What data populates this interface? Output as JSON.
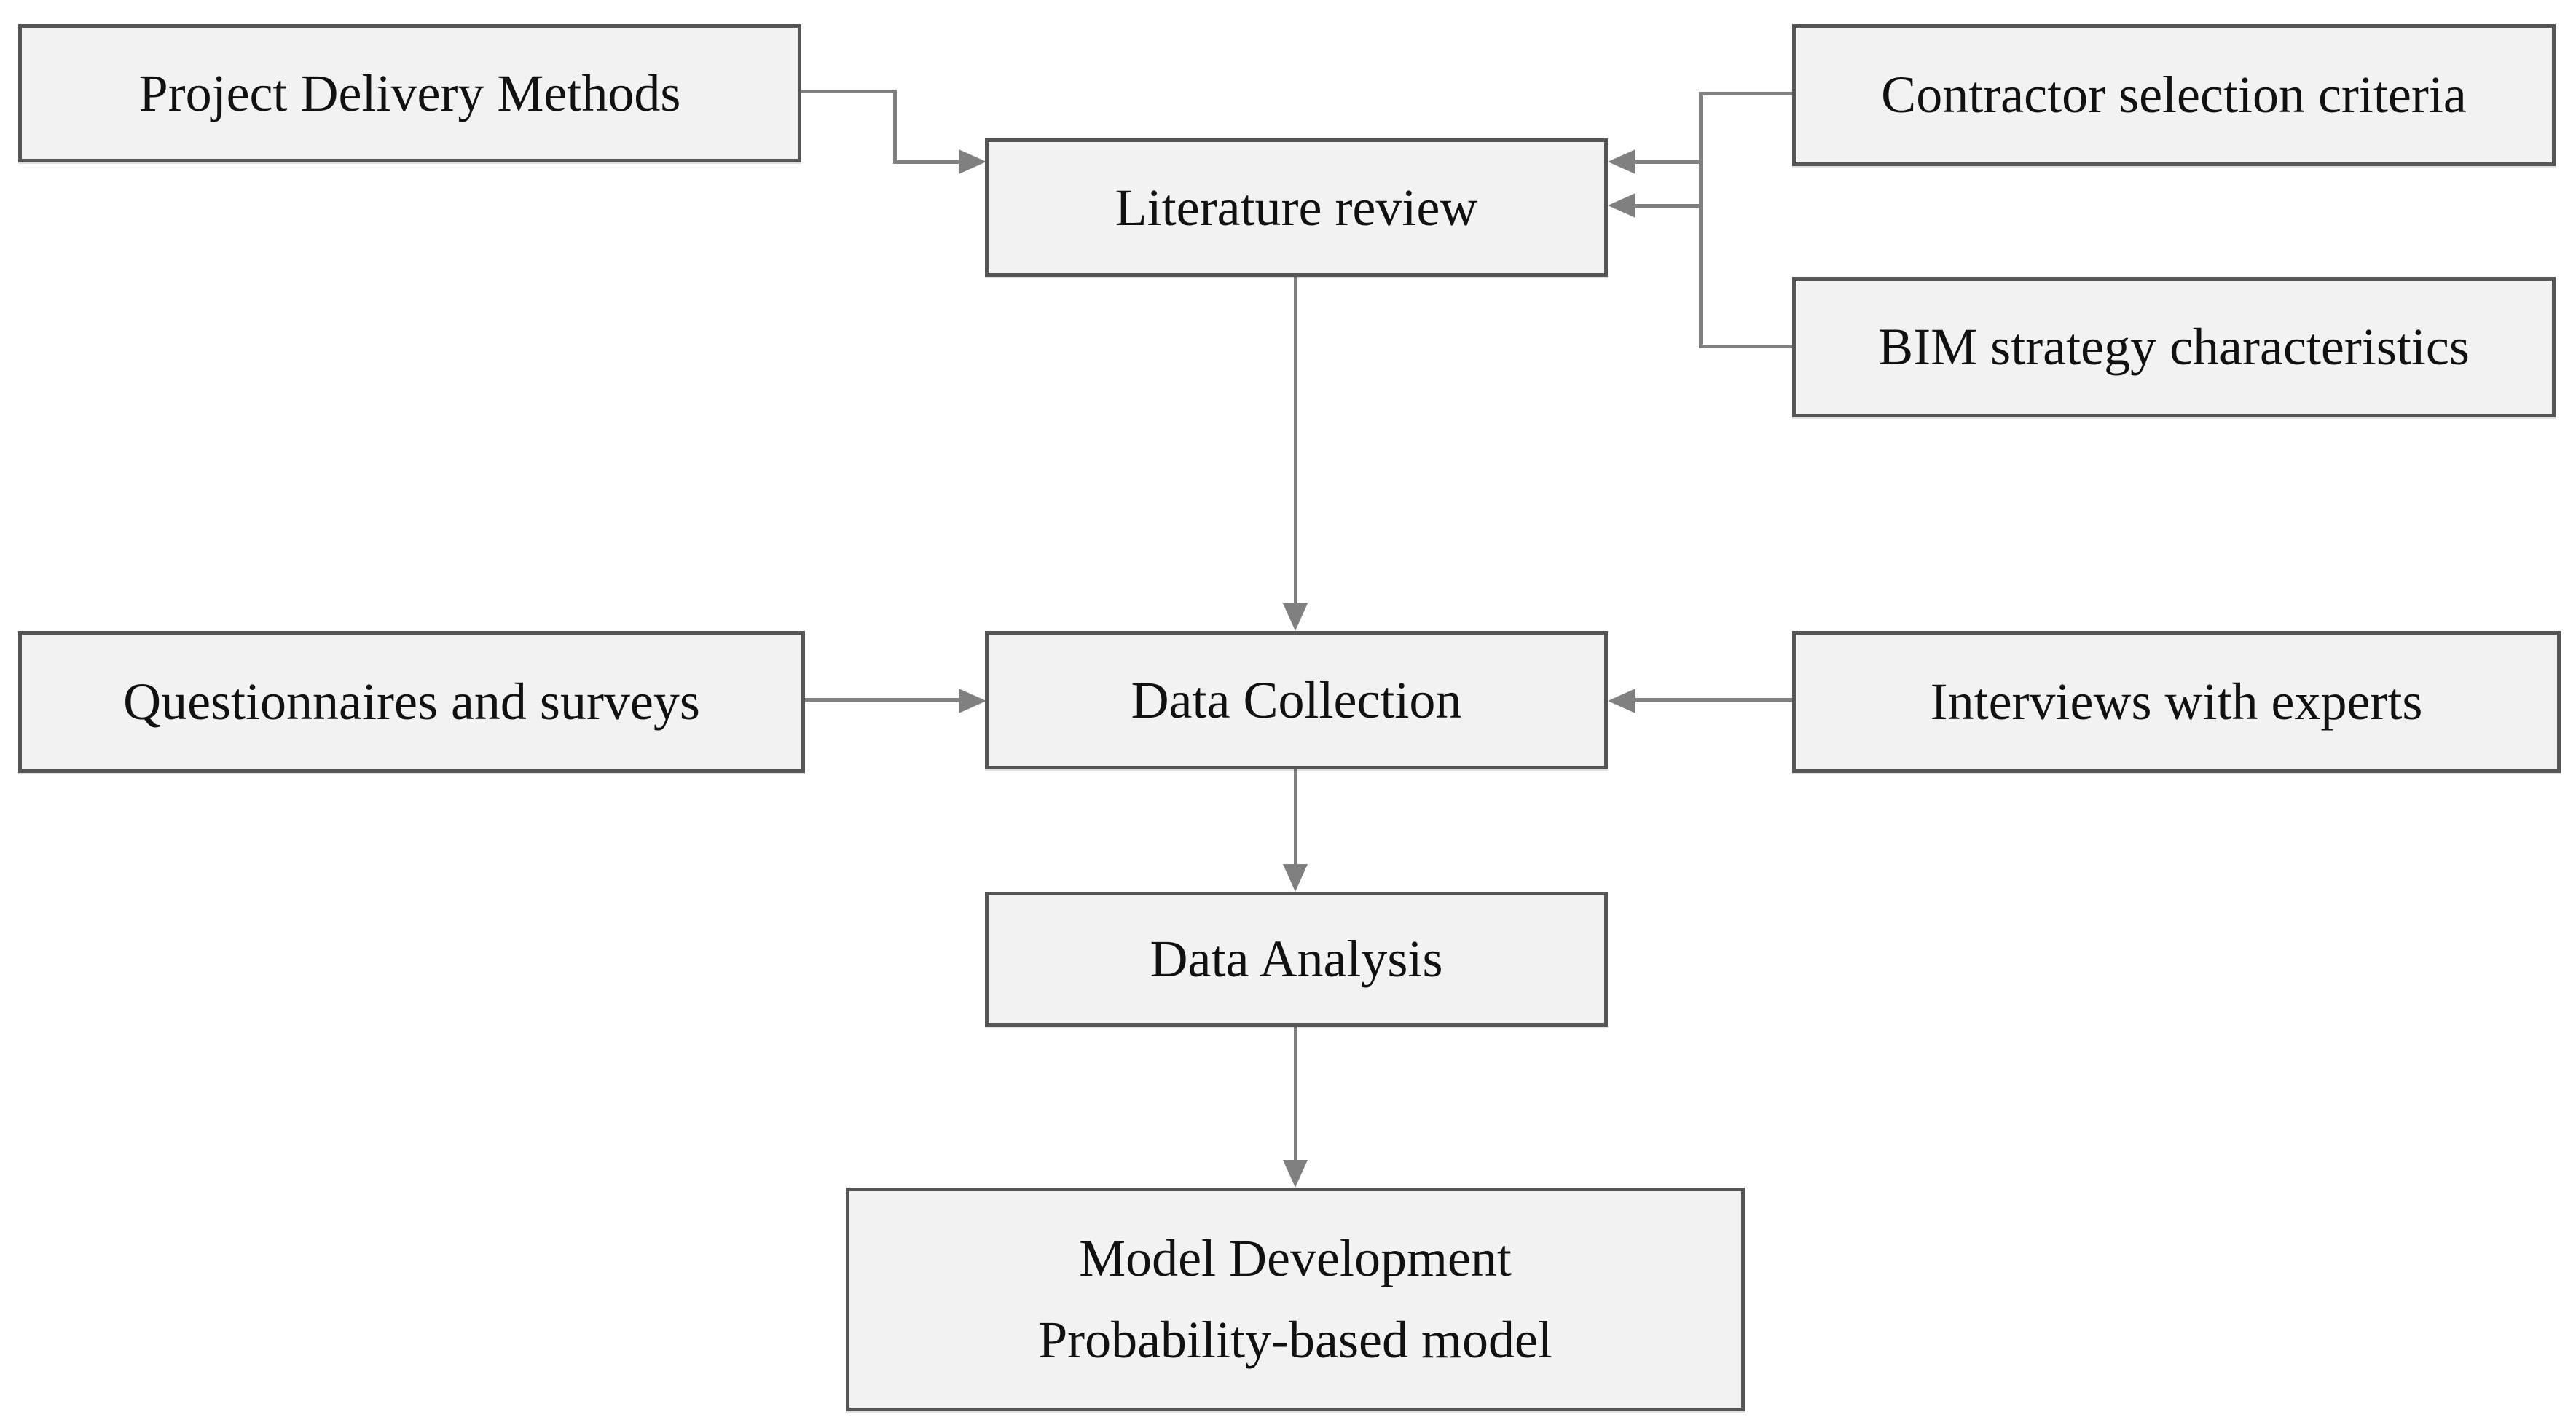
{
  "diagram": {
    "type": "flowchart",
    "description": "Research methodology flow diagram",
    "colors": {
      "background": "#ffffff",
      "box_fill": "#f2f2f2",
      "box_border": "#555555",
      "connector": "#808080",
      "text": "#111111"
    },
    "nodes": {
      "project_delivery_methods": {
        "label": "Project Delivery Methods"
      },
      "literature_review": {
        "label": "Literature review"
      },
      "contractor_selection_criteria": {
        "label": "Contractor selection criteria"
      },
      "bim_strategy_characteristics": {
        "label": "BIM strategy characteristics"
      },
      "questionnaires_and_surveys": {
        "label": "Questionnaires and surveys"
      },
      "data_collection": {
        "label": "Data Collection"
      },
      "interviews_with_experts": {
        "label": "Interviews with experts"
      },
      "data_analysis": {
        "label": "Data Analysis"
      },
      "model_development": {
        "label_line1": "Model Development",
        "label_line2": "Probability-based model"
      }
    },
    "connections": [
      {
        "from": "project_delivery_methods",
        "to": "literature_review",
        "style": "elbow",
        "arrow_into": "left-edge"
      },
      {
        "from": "contractor_selection_criteria",
        "to": "literature_review",
        "style": "elbow",
        "arrow_into": "right-edge"
      },
      {
        "from": "bim_strategy_characteristics",
        "to": "literature_review",
        "style": "elbow",
        "arrow_into": "right-edge"
      },
      {
        "from": "literature_review",
        "to": "data_collection",
        "style": "straight",
        "arrow_into": "top-edge"
      },
      {
        "from": "questionnaires_and_surveys",
        "to": "data_collection",
        "style": "straight",
        "arrow_into": "left-edge"
      },
      {
        "from": "interviews_with_experts",
        "to": "data_collection",
        "style": "straight",
        "arrow_into": "right-edge"
      },
      {
        "from": "data_collection",
        "to": "data_analysis",
        "style": "straight",
        "arrow_into": "top-edge"
      },
      {
        "from": "data_analysis",
        "to": "model_development",
        "style": "straight",
        "arrow_into": "top-edge"
      }
    ]
  }
}
